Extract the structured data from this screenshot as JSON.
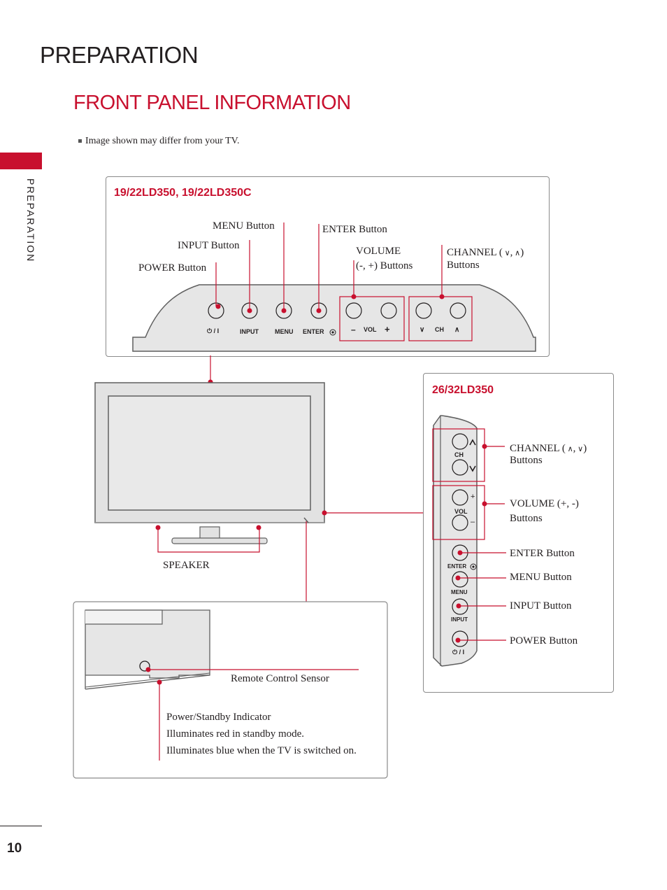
{
  "page": {
    "section_title": "PREPARATION",
    "heading": "FRONT PANEL INFORMATION",
    "side_tab": "PREPARATION",
    "note": "Image shown may differ from your TV.",
    "page_number": "10"
  },
  "panel_top": {
    "title": "19/22LD350, 19/22LD350C",
    "labels": {
      "menu": "MENU Button",
      "input": "INPUT Button",
      "power": "POWER Button",
      "enter": "ENTER Button",
      "volume_1": "VOLUME",
      "volume_2": "(-, +) Buttons",
      "channel_1a": "CHANNEL (",
      "channel_1b": ",",
      "channel_1c": ")",
      "channel_2": "Buttons"
    },
    "button_texts": {
      "power": "⏻ / I",
      "input": "INPUT",
      "menu": "MENU",
      "enter": "ENTER",
      "vol_minus": "–",
      "vol": "VOL",
      "vol_plus": "+",
      "ch_down": "∨",
      "ch": "CH",
      "ch_up": "∧"
    }
  },
  "speaker_label": "SPEAKER",
  "panel_side": {
    "title": "26/32LD350",
    "labels": {
      "channel_1a": "CHANNEL (",
      "channel_1b": ",",
      "channel_1c": ")",
      "channel_2": "Buttons",
      "volume_1": "VOLUME (+, -)",
      "volume_2": "Buttons",
      "enter": "ENTER Button",
      "menu": "MENU Button",
      "input": "INPUT Button",
      "power": "POWER Button"
    },
    "button_texts": {
      "ch": "CH",
      "vol": "VOL",
      "plus": "+",
      "minus": "–",
      "enter": "ENTER",
      "menu": "MENU",
      "input": "INPUT",
      "power": "⏻ / I"
    }
  },
  "panel_bottom": {
    "sensor": "Remote Control Sensor",
    "indicator_title": "Power/Standby Indicator",
    "indicator_line1": "Illuminates red in standby mode.",
    "indicator_line2": "Illuminates blue when the TV is switched on."
  },
  "colors": {
    "accent": "#c8102e",
    "text": "#231f20",
    "gray_panel": "#e6e6e6"
  }
}
